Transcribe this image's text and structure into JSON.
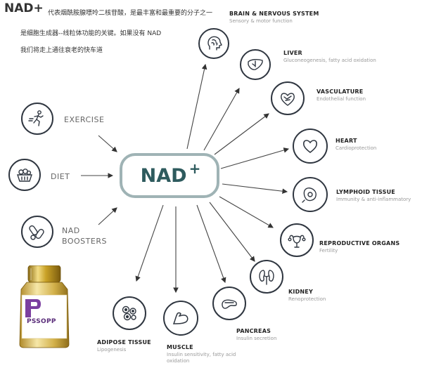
{
  "header": {
    "title": "NAD+",
    "line1": "代表烟酰胺腺嘌呤二核苷酸，是最丰富和最重要的分子之一",
    "line2": "是细胞生成器--线粒体功能的关键。如果没有 NAD",
    "line3": "我们将走上通往衰老的快车道"
  },
  "center": {
    "label": "NAD",
    "plus": "+"
  },
  "inputs": [
    {
      "label": "EXERCISE",
      "icon": "runner-icon"
    },
    {
      "label": "DIET",
      "icon": "food-basket-icon"
    },
    {
      "label": "NAD BOOSTERS",
      "icon": "pills-icon"
    }
  ],
  "organs": [
    {
      "title": "BRAIN & NERVOUS SYSTEM",
      "subtitle": "Sensory & motor function",
      "icon": "brain-head-icon"
    },
    {
      "title": "LIVER",
      "subtitle": "Gluconeogenesis, fatty acid oxidation",
      "icon": "liver-icon"
    },
    {
      "title": "VASCULATURE",
      "subtitle": "Endothelial function",
      "icon": "heart-vessel-icon"
    },
    {
      "title": "HEART",
      "subtitle": "Cardioprotection",
      "icon": "heart-icon"
    },
    {
      "title": "LYMPHOID TISSUE",
      "subtitle": "Immunity & anti-inflammatory",
      "icon": "lymph-node-icon"
    },
    {
      "title": "REPRODUCTIVE ORGANS",
      "subtitle": "Fertility",
      "icon": "uterus-icon"
    },
    {
      "title": "KIDNEY",
      "subtitle": "Renoprotection",
      "icon": "kidney-icon"
    },
    {
      "title": "PANCREAS",
      "subtitle": "Insulin secretion",
      "icon": "pancreas-icon"
    },
    {
      "title": "MUSCLE",
      "subtitle": "Insulin sensitivity, fatty acid oxidation",
      "icon": "muscle-arm-icon"
    },
    {
      "title": "ADIPOSE TISSUE",
      "subtitle": "Lipogenesis",
      "icon": "fat-cells-icon"
    }
  ],
  "product": {
    "brand": "PSSOPP",
    "icon": "supplement-bottle-icon"
  },
  "colors": {
    "center_border": "#9fb3b5",
    "center_text": "#2e5b5e",
    "icon_stroke": "#2f3640",
    "bottle_gold": "#c9a227",
    "label_purple": "#7b3fa0"
  }
}
